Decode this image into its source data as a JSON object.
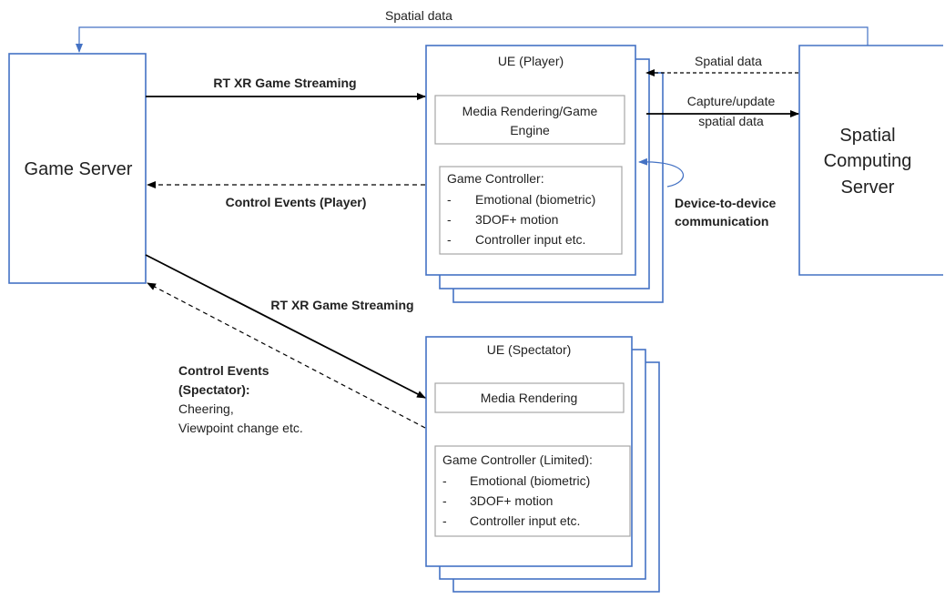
{
  "nodes": {
    "game_server": "Game Server",
    "ue_player": "UE (Player)",
    "media_rendering_game_engine": [
      "Media Rendering/Game",
      "Engine"
    ],
    "player_controller": {
      "title": "Game Controller:",
      "items": [
        {
          "bullet": "-",
          "text": "Emotional (biometric)"
        },
        {
          "bullet": "-",
          "text": "3DOF+ motion"
        },
        {
          "bullet": "-",
          "text": "Controller input etc."
        }
      ]
    },
    "spatial_server": [
      "Spatial",
      "Computing",
      "Server"
    ],
    "ue_spectator": "UE (Spectator)",
    "media_rendering": "Media Rendering",
    "spectator_controller": {
      "title": "Game Controller (Limited):",
      "items": [
        {
          "bullet": "-",
          "text": "Emotional (biometric)"
        },
        {
          "bullet": "-",
          "text": "3DOF+ motion"
        },
        {
          "bullet": "-",
          "text": "Controller input etc."
        }
      ]
    }
  },
  "edges": {
    "spatial_top": "Spatial data",
    "rt_stream_player": "RT XR Game Streaming",
    "control_player": "Control Events (Player)",
    "spatial_in": "Spatial  data",
    "capture_update": [
      "Capture/update",
      "spatial data"
    ],
    "d2d": [
      "Device-to-device",
      "communication"
    ],
    "rt_stream_spectator": "RT XR Game Streaming",
    "control_spectator_bold": [
      "Control Events",
      "(Spectator):"
    ],
    "control_spectator_normal": [
      "Cheering,",
      "Viewpoint change etc."
    ]
  },
  "colors": {
    "box_border": "#4472c4",
    "inner_border": "#a6a6a6",
    "arrow": "#000000"
  }
}
